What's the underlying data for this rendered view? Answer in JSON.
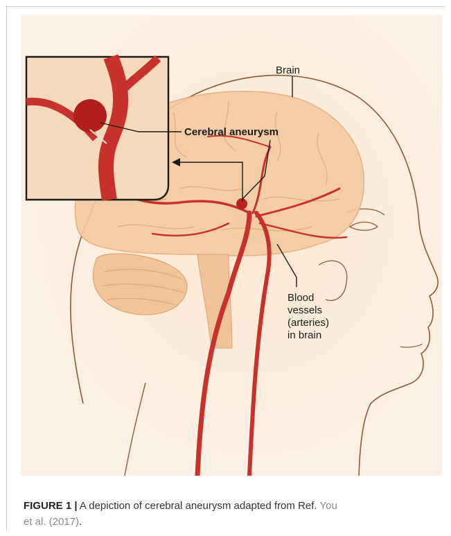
{
  "figure": {
    "labels": {
      "brain": "Brain",
      "aneurysm": "Cerebral aneurysm",
      "vessels_line1": "Blood",
      "vessels_line2": "vessels",
      "vessels_line3": "(arteries)",
      "vessels_line4": "in brain"
    }
  },
  "caption": {
    "figure_label": "FIGURE 1 |",
    "text": " A depiction of cerebral aneurysm adapted from Ref. ",
    "ref_part1": "You",
    "ref_part2": "et al. (2017)",
    "end": "."
  },
  "colors": {
    "background": "#fbeee0",
    "brain": "#f4c9a0",
    "artery": "#c8322c",
    "outline": "#8a5a3a"
  }
}
